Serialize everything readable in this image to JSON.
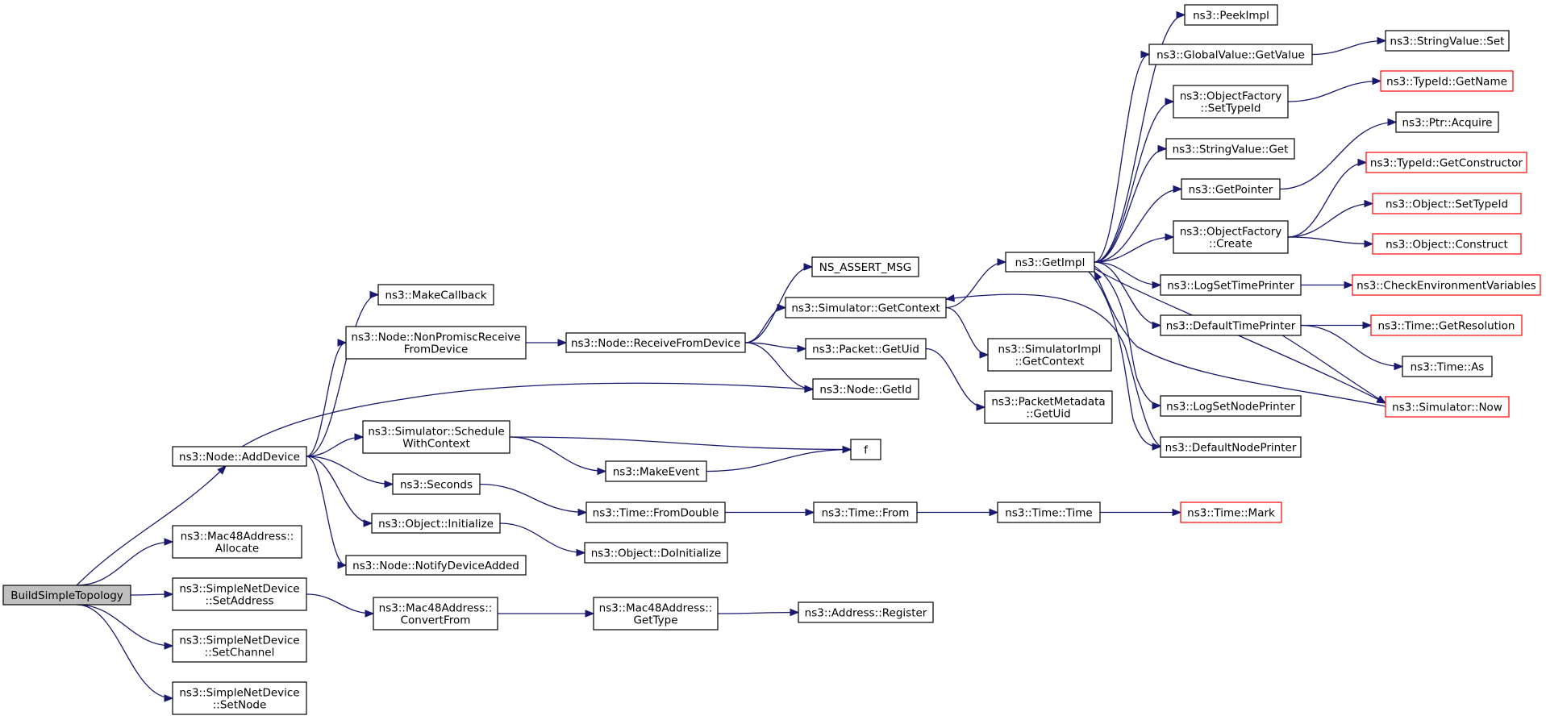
{
  "graph": {
    "nodes": [
      {
        "id": "BuildSimpleTopology",
        "lines": [
          "BuildSimpleTopology"
        ],
        "root": true
      },
      {
        "id": "Node_AddDevice",
        "lines": [
          "ns3::Node::AddDevice"
        ]
      },
      {
        "id": "Mac48_Allocate",
        "lines": [
          "ns3::Mac48Address::",
          "Allocate"
        ]
      },
      {
        "id": "SND_SetAddress",
        "lines": [
          "ns3::SimpleNetDevice",
          "::SetAddress"
        ]
      },
      {
        "id": "SND_SetChannel",
        "lines": [
          "ns3::SimpleNetDevice",
          "::SetChannel"
        ]
      },
      {
        "id": "SND_SetNode",
        "lines": [
          "ns3::SimpleNetDevice",
          "::SetNode"
        ]
      },
      {
        "id": "MakeCallback",
        "lines": [
          "ns3::MakeCallback"
        ]
      },
      {
        "id": "NonPromisc",
        "lines": [
          "ns3::Node::NonPromiscReceive",
          "FromDevice"
        ]
      },
      {
        "id": "Sim_ScheduleWithContext",
        "lines": [
          "ns3::Simulator::Schedule",
          "WithContext"
        ]
      },
      {
        "id": "Seconds",
        "lines": [
          "ns3::Seconds"
        ]
      },
      {
        "id": "Obj_Initialize",
        "lines": [
          "ns3::Object::Initialize"
        ]
      },
      {
        "id": "Node_NotifyDeviceAdded",
        "lines": [
          "ns3::Node::NotifyDeviceAdded"
        ]
      },
      {
        "id": "Mac48_ConvertFrom",
        "lines": [
          "ns3::Mac48Address::",
          "ConvertFrom"
        ]
      },
      {
        "id": "Node_ReceiveFromDevice",
        "lines": [
          "ns3::Node::ReceiveFromDevice"
        ]
      },
      {
        "id": "MakeEvent",
        "lines": [
          "ns3::MakeEvent"
        ]
      },
      {
        "id": "Time_FromDouble",
        "lines": [
          "ns3::Time::FromDouble"
        ]
      },
      {
        "id": "Obj_DoInitialize",
        "lines": [
          "ns3::Object::DoInitialize"
        ]
      },
      {
        "id": "Mac48_GetType",
        "lines": [
          "ns3::Mac48Address::",
          "GetType"
        ]
      },
      {
        "id": "NS_ASSERT_MSG",
        "lines": [
          "NS_ASSERT_MSG"
        ]
      },
      {
        "id": "Sim_GetContext",
        "lines": [
          "ns3::Simulator::GetContext"
        ]
      },
      {
        "id": "Packet_GetUid",
        "lines": [
          "ns3::Packet::GetUid"
        ]
      },
      {
        "id": "Node_GetId",
        "lines": [
          "ns3::Node::GetId"
        ]
      },
      {
        "id": "f",
        "lines": [
          "f"
        ]
      },
      {
        "id": "Time_From",
        "lines": [
          "ns3::Time::From"
        ]
      },
      {
        "id": "Address_Register",
        "lines": [
          "ns3::Address::Register"
        ]
      },
      {
        "id": "GetImpl",
        "lines": [
          "ns3::GetImpl"
        ]
      },
      {
        "id": "SimImpl_GetContext",
        "lines": [
          "ns3::SimulatorImpl",
          "::GetContext"
        ]
      },
      {
        "id": "PktMeta_GetUid",
        "lines": [
          "ns3::PacketMetadata",
          "::GetUid"
        ]
      },
      {
        "id": "Time_Time",
        "lines": [
          "ns3::Time::Time"
        ]
      },
      {
        "id": "PeekImpl",
        "lines": [
          "ns3::PeekImpl"
        ]
      },
      {
        "id": "GV_GetValue",
        "lines": [
          "ns3::GlobalValue::GetValue"
        ]
      },
      {
        "id": "OF_SetTypeId",
        "lines": [
          "ns3::ObjectFactory",
          "::SetTypeId"
        ]
      },
      {
        "id": "SV_Get",
        "lines": [
          "ns3::StringValue::Get"
        ]
      },
      {
        "id": "GetPointer",
        "lines": [
          "ns3::GetPointer"
        ]
      },
      {
        "id": "OF_Create",
        "lines": [
          "ns3::ObjectFactory",
          "::Create"
        ]
      },
      {
        "id": "LogSetTimePrinter",
        "lines": [
          "ns3::LogSetTimePrinter"
        ]
      },
      {
        "id": "DefaultTimePrinter",
        "lines": [
          "ns3::DefaultTimePrinter"
        ]
      },
      {
        "id": "LogSetNodePrinter",
        "lines": [
          "ns3::LogSetNodePrinter"
        ]
      },
      {
        "id": "DefaultNodePrinter",
        "lines": [
          "ns3::DefaultNodePrinter"
        ]
      },
      {
        "id": "Time_Mark",
        "lines": [
          "ns3::Time::Mark"
        ],
        "truncated": true
      },
      {
        "id": "SV_Set",
        "lines": [
          "ns3::StringValue::Set"
        ]
      },
      {
        "id": "TypeId_GetName",
        "lines": [
          "ns3::TypeId::GetName"
        ],
        "truncated": true
      },
      {
        "id": "Ptr_Acquire",
        "lines": [
          "ns3::Ptr::Acquire"
        ]
      },
      {
        "id": "TypeId_GetConstructor",
        "lines": [
          "ns3::TypeId::GetConstructor"
        ],
        "truncated": true
      },
      {
        "id": "Obj_SetTypeId",
        "lines": [
          "ns3::Object::SetTypeId"
        ],
        "truncated": true
      },
      {
        "id": "Obj_Construct",
        "lines": [
          "ns3::Object::Construct"
        ],
        "truncated": true
      },
      {
        "id": "CheckEnvVars",
        "lines": [
          "ns3::CheckEnvironmentVariables"
        ],
        "truncated": true
      },
      {
        "id": "Time_GetResolution",
        "lines": [
          "ns3::Time::GetResolution"
        ],
        "truncated": true
      },
      {
        "id": "Time_As",
        "lines": [
          "ns3::Time::As"
        ]
      },
      {
        "id": "Sim_Now",
        "lines": [
          "ns3::Simulator::Now"
        ],
        "truncated": true
      }
    ],
    "edges": [
      [
        "BuildSimpleTopology",
        "Node_AddDevice"
      ],
      [
        "BuildSimpleTopology",
        "Mac48_Allocate"
      ],
      [
        "BuildSimpleTopology",
        "SND_SetAddress"
      ],
      [
        "BuildSimpleTopology",
        "SND_SetChannel"
      ],
      [
        "BuildSimpleTopology",
        "SND_SetNode"
      ],
      [
        "Node_AddDevice",
        "MakeCallback"
      ],
      [
        "Node_AddDevice",
        "NonPromisc"
      ],
      [
        "Node_AddDevice",
        "Node_GetId"
      ],
      [
        "Node_AddDevice",
        "Sim_ScheduleWithContext"
      ],
      [
        "Node_AddDevice",
        "Seconds"
      ],
      [
        "Node_AddDevice",
        "Obj_Initialize"
      ],
      [
        "Node_AddDevice",
        "Node_NotifyDeviceAdded"
      ],
      [
        "SND_SetAddress",
        "Mac48_ConvertFrom"
      ],
      [
        "NonPromisc",
        "Node_ReceiveFromDevice"
      ],
      [
        "Sim_ScheduleWithContext",
        "f"
      ],
      [
        "Sim_ScheduleWithContext",
        "MakeEvent"
      ],
      [
        "Seconds",
        "Time_FromDouble"
      ],
      [
        "Obj_Initialize",
        "Obj_DoInitialize"
      ],
      [
        "Mac48_ConvertFrom",
        "Mac48_GetType"
      ],
      [
        "Node_ReceiveFromDevice",
        "NS_ASSERT_MSG"
      ],
      [
        "Node_ReceiveFromDevice",
        "Sim_GetContext"
      ],
      [
        "Node_ReceiveFromDevice",
        "Packet_GetUid"
      ],
      [
        "Node_ReceiveFromDevice",
        "Node_GetId"
      ],
      [
        "MakeEvent",
        "f"
      ],
      [
        "Time_FromDouble",
        "Time_From"
      ],
      [
        "Mac48_GetType",
        "Address_Register"
      ],
      [
        "Sim_GetContext",
        "GetImpl"
      ],
      [
        "Sim_GetContext",
        "SimImpl_GetContext"
      ],
      [
        "Packet_GetUid",
        "PktMeta_GetUid"
      ],
      [
        "Time_From",
        "Time_Time"
      ],
      [
        "Time_Time",
        "Time_Mark"
      ],
      [
        "GetImpl",
        "PeekImpl"
      ],
      [
        "GetImpl",
        "GV_GetValue"
      ],
      [
        "GetImpl",
        "OF_SetTypeId"
      ],
      [
        "GetImpl",
        "SV_Get"
      ],
      [
        "GetImpl",
        "GetPointer"
      ],
      [
        "GetImpl",
        "OF_Create"
      ],
      [
        "GetImpl",
        "LogSetTimePrinter"
      ],
      [
        "GetImpl",
        "DefaultTimePrinter"
      ],
      [
        "GetImpl",
        "LogSetNodePrinter"
      ],
      [
        "GetImpl",
        "DefaultNodePrinter"
      ],
      [
        "GetImpl",
        "Sim_Now"
      ],
      [
        "GV_GetValue",
        "SV_Set"
      ],
      [
        "OF_SetTypeId",
        "TypeId_GetName"
      ],
      [
        "GetPointer",
        "Ptr_Acquire"
      ],
      [
        "OF_Create",
        "TypeId_GetConstructor"
      ],
      [
        "OF_Create",
        "Obj_SetTypeId"
      ],
      [
        "OF_Create",
        "Obj_Construct"
      ],
      [
        "LogSetTimePrinter",
        "CheckEnvVars"
      ],
      [
        "DefaultTimePrinter",
        "Time_GetResolution"
      ],
      [
        "DefaultTimePrinter",
        "Time_As"
      ],
      [
        "DefaultTimePrinter",
        "Sim_Now"
      ],
      [
        "DefaultNodePrinter",
        "Sim_GetContext"
      ],
      [
        "Sim_Now",
        "GetImpl"
      ]
    ]
  },
  "colors": {
    "edge": "#191970",
    "root_fill": "#bfbfbf",
    "node_border": "#000000",
    "truncated_border": "#ff0000"
  }
}
